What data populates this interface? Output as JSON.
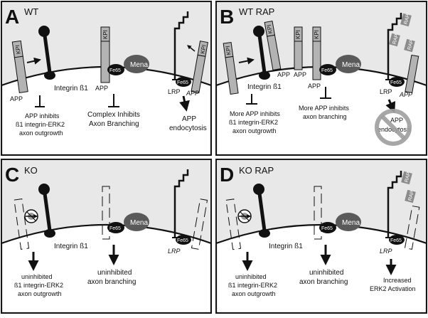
{
  "panels": {
    "A": {
      "letter": "A",
      "title": "WT",
      "kpi": [
        "KPI",
        "KPI",
        "KPI"
      ],
      "app_left": "APP",
      "app_mid": "APP",
      "app_right": "APP",
      "integrin": "Integrin ß1",
      "fe65": "Fe65",
      "fe65_lrp": "Fe65",
      "mena": "Mena",
      "lrp": "LRP",
      "note_left": [
        "APP inhibits",
        "ß1 integrin-ERK2",
        "axon outgrowth"
      ],
      "note_mid": [
        "Complex Inhibits",
        "Axon Branching"
      ],
      "note_right": [
        "APP",
        "endocytosis"
      ]
    },
    "B": {
      "letter": "B",
      "title": "WT RAP",
      "kpi": [
        "KPI",
        "KPI",
        "KPI",
        "KPI"
      ],
      "app": [
        "APP",
        "APP",
        "APP"
      ],
      "app_right": "APP",
      "integrin": "Integrin ß1",
      "fe65": "Fe65",
      "fe65_lrp": "Fe65",
      "mena": "Mena",
      "lrp": "LRP",
      "rap": [
        "RAP",
        "RAP",
        "RAP"
      ],
      "note_left": [
        "More APP inhibits",
        "ß1 integrin-ERK2",
        "axon outgrowth"
      ],
      "note_mid": [
        "More APP inhibits",
        "axon branching"
      ],
      "note_right": [
        "APP",
        "endocytosis"
      ]
    },
    "C": {
      "letter": "C",
      "title": "KO",
      "integrin": "Integrin ß1",
      "fe65": "Fe65",
      "fe65_lrp": "Fe65",
      "mena": "Mena",
      "lrp": "LRP",
      "note_left": [
        "uninhibited",
        "ß1 integrin-ERK2",
        "axon outgrowth"
      ],
      "note_mid": [
        "uninhibited",
        "axon branching"
      ]
    },
    "D": {
      "letter": "D",
      "title": "KO RAP",
      "integrin": "Integrin ß1",
      "fe65": "Fe65",
      "fe65_lrp": "Fe65",
      "mena": "Mena",
      "lrp": "LRP",
      "rap": [
        "RAP",
        "RAP"
      ],
      "note_left": [
        "uninhibited",
        "ß1 integrin-ERK2",
        "axon outgrowth"
      ],
      "note_mid": [
        "uninhibited",
        "axon branching"
      ],
      "note_right": [
        "Increased",
        "ERK2 Activation"
      ]
    }
  },
  "colors": {
    "panel_bg": "#e8e8e8",
    "panel_border": "#1a1a1a",
    "cell_bg": "#ffffff",
    "app_gray": "#b3b3b3",
    "mena_gray": "#5a5a5a",
    "fe65_black": "#111111",
    "rap_gray": "#8c8c8c",
    "ban_gray": "#a0a0a0"
  }
}
